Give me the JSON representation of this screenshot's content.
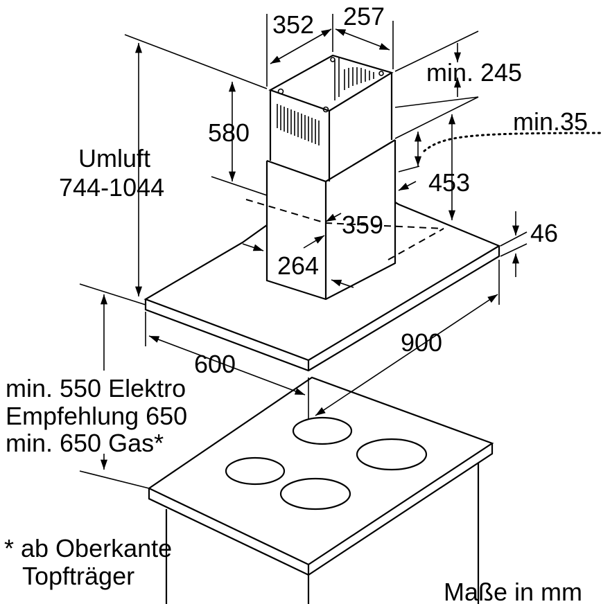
{
  "dimensions": {
    "chimney_width": "352",
    "chimney_depth": "257",
    "min_top_clearance": "min. 245",
    "min_35": "min.35",
    "upper_chimney_height": "580",
    "recirculation_label": "Umluft",
    "recirculation_range": "744-1044",
    "lower_chimney_height": "453",
    "lower_chimney_depth": "359",
    "lower_chimney_width": "264",
    "canopy_thickness": "46",
    "canopy_width": "900",
    "canopy_depth": "600"
  },
  "mounting_height": {
    "line1": "min. 550 Elektro",
    "line2": "Empfehlung 650",
    "line3": "min. 650 Gas*"
  },
  "footnote": {
    "line1": "* ab Oberkante",
    "line2": "Topfträger"
  },
  "units_note": "Maße in mm"
}
